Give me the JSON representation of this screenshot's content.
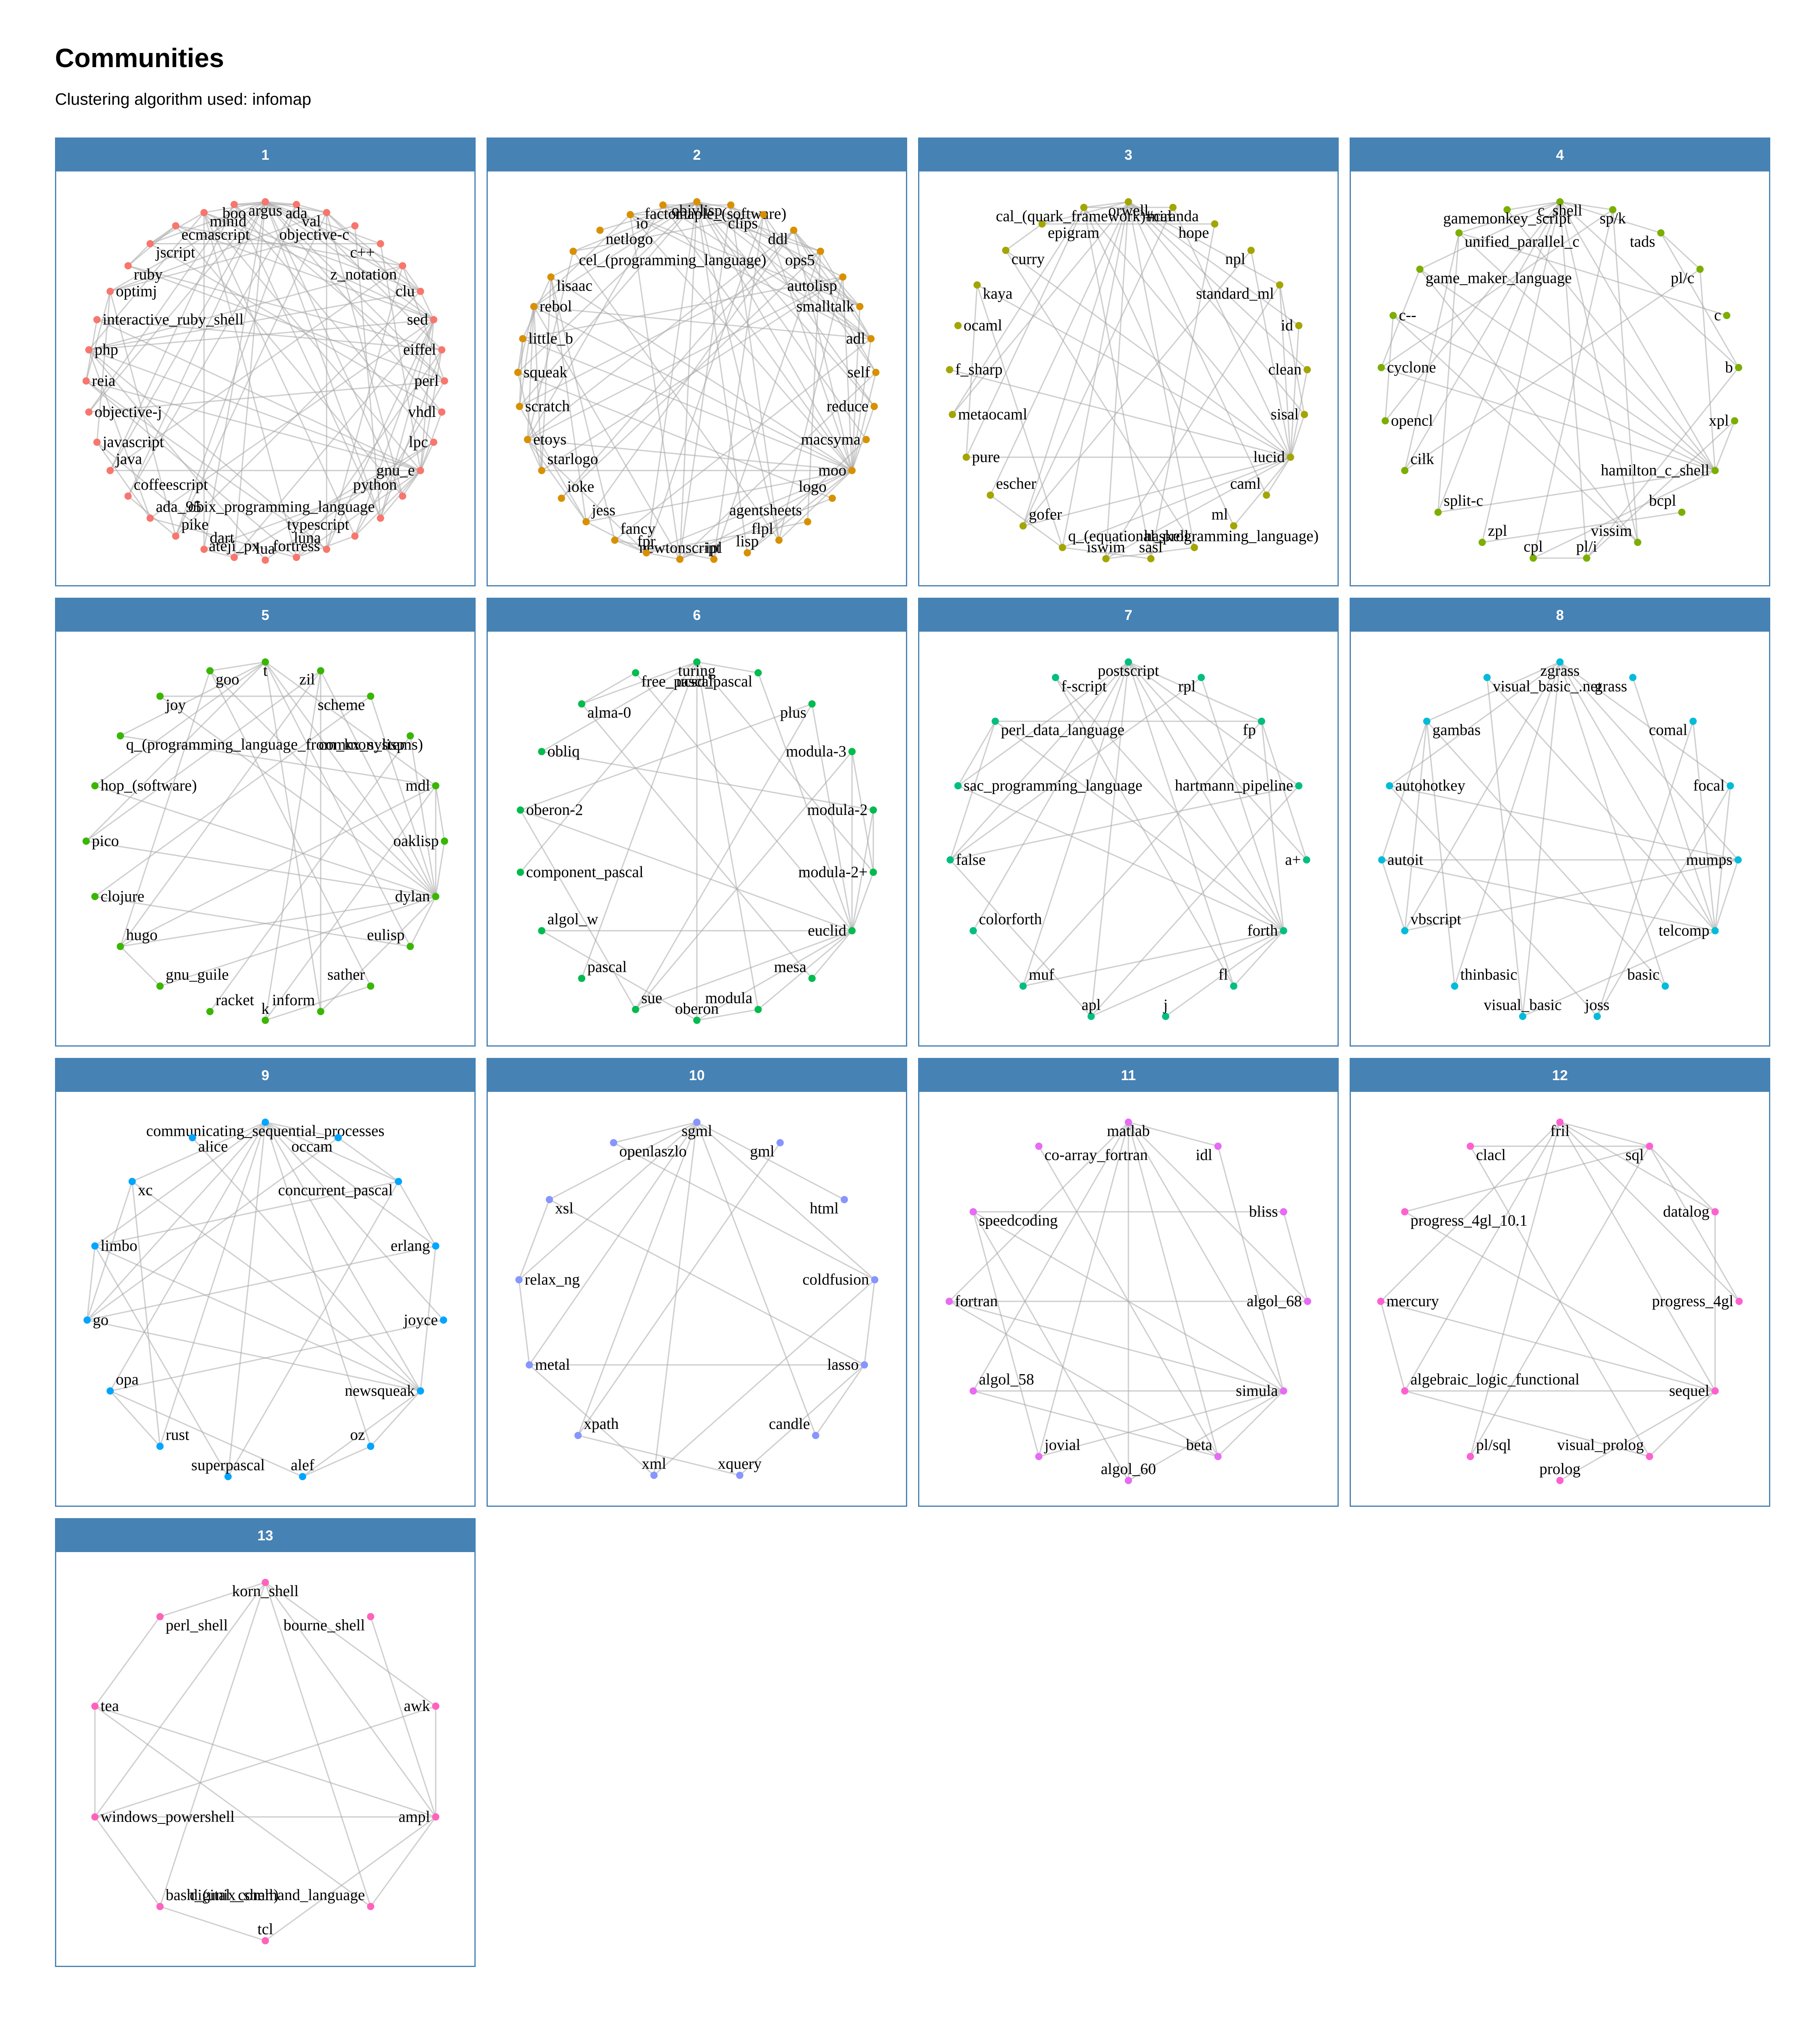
{
  "header": {
    "title": "Communities",
    "subtitle": "Clustering algorithm used: infomap"
  },
  "chart_data": {
    "type": "network_facets",
    "strip_color": "#4682b4",
    "communities": [
      {
        "id": "1",
        "color": "#f8766d",
        "nodes": [
          "argus",
          "ada",
          "val",
          "objective-c",
          "c++",
          "z_notation",
          "clu",
          "sed",
          "eiffel",
          "perl",
          "vhdl",
          "lpc",
          "gnu_e",
          "python",
          "obix_programming_language",
          "typescript",
          "luna",
          "fortress",
          "lua",
          "ateji_px",
          "dart",
          "pike",
          "ada_95",
          "coffeescript",
          "java",
          "javascript",
          "objective-j",
          "reia",
          "php",
          "interactive_ruby_shell",
          "optimj",
          "ruby",
          "jscript",
          "ecmascript",
          "minid",
          "boo"
        ]
      },
      {
        "id": "2",
        "color": "#d89000",
        "nodes": [
          "objvlisp",
          "maple_(software)",
          "clips",
          "ddl",
          "ops5",
          "autolisp",
          "smalltalk",
          "adl",
          "self",
          "reduce",
          "macsyma",
          "moo",
          "logo",
          "agentsheets",
          "flpl",
          "lisp",
          "ipl",
          "newtonscript",
          "fpr",
          "fancy",
          "jess",
          "ioke",
          "starlogo",
          "etoys",
          "scratch",
          "squeak",
          "little_b",
          "rebol",
          "lisaac",
          "cel_(programming_language)",
          "netlogo",
          "io",
          "factor"
        ]
      },
      {
        "id": "3",
        "color": "#a3a500",
        "nodes": [
          "orwell",
          "miranda",
          "hope",
          "npl",
          "standard_ml",
          "id",
          "clean",
          "sisal",
          "lucid",
          "caml",
          "ml",
          "haskell",
          "sasl",
          "iswim",
          "q_(equational_programming_language)",
          "gofer",
          "escher",
          "pure",
          "metaocaml",
          "f_sharp",
          "ocaml",
          "kaya",
          "curry",
          "epigram",
          "cal_(quark_framework)#cal"
        ]
      },
      {
        "id": "4",
        "color": "#7cae00",
        "nodes": [
          "c_shell",
          "sp/k",
          "tads",
          "pl/c",
          "c",
          "b",
          "xpl",
          "hamilton_c_shell",
          "bcpl",
          "vissim",
          "pl/i",
          "cpl",
          "zpl",
          "split-c",
          "cilk",
          "opencl",
          "cyclone",
          "c--",
          "game_maker_language",
          "unified_parallel_c",
          "gamemonkey_script"
        ]
      },
      {
        "id": "5",
        "color": "#39b600",
        "nodes": [
          "t",
          "zil",
          "scheme",
          "common_lisp",
          "mdl",
          "oaklisp",
          "dylan",
          "eulisp",
          "sather",
          "inform",
          "k",
          "racket",
          "gnu_guile",
          "hugo",
          "clojure",
          "pico",
          "hop_(software)",
          "q_(programming_language_from_kx_systems)",
          "joy",
          "goo"
        ]
      },
      {
        "id": "6",
        "color": "#00bb4e",
        "nodes": [
          "turing",
          "ucsd_pascal",
          "plus",
          "modula-3",
          "modula-2",
          "modula-2+",
          "euclid",
          "mesa",
          "modula",
          "oberon",
          "sue",
          "pascal",
          "algol_w",
          "component_pascal",
          "oberon-2",
          "obliq",
          "alma-0",
          "free_pascal"
        ]
      },
      {
        "id": "7",
        "color": "#00bf7d",
        "nodes": [
          "postscript",
          "rpl",
          "fp",
          "hartmann_pipeline",
          "a+",
          "forth",
          "fl",
          "j",
          "apl",
          "muf",
          "colorforth",
          "false",
          "sac_programming_language",
          "perl_data_language",
          "f-script"
        ]
      },
      {
        "id": "8",
        "color": "#00bcd8",
        "nodes": [
          "zgrass",
          "grass",
          "comal",
          "focal",
          "mumps",
          "telcomp",
          "basic",
          "joss",
          "visual_basic",
          "thinbasic",
          "vbscript",
          "autoit",
          "autohotkey",
          "gambas",
          "visual_basic_.net"
        ]
      },
      {
        "id": "9",
        "color": "#00a5ff",
        "nodes": [
          "communicating_sequential_processes",
          "occam",
          "concurrent_pascal",
          "erlang",
          "joyce",
          "newsqueak",
          "oz",
          "alef",
          "superpascal",
          "rust",
          "opa",
          "go",
          "limbo",
          "xc",
          "alice"
        ]
      },
      {
        "id": "10",
        "color": "#8795ff",
        "nodes": [
          "sgml",
          "gml",
          "html",
          "coldfusion",
          "lasso",
          "candle",
          "xquery",
          "xml",
          "xpath",
          "metal",
          "relax_ng",
          "xsl",
          "openlaszlo"
        ]
      },
      {
        "id": "11",
        "color": "#e76bf3",
        "nodes": [
          "matlab",
          "idl",
          "bliss",
          "algol_68",
          "simula",
          "beta",
          "algol_60",
          "jovial",
          "algol_58",
          "fortran",
          "speedcoding",
          "co-array_fortran"
        ]
      },
      {
        "id": "12",
        "color": "#fd61d1",
        "nodes": [
          "fril",
          "sql",
          "datalog",
          "progress_4gl",
          "sequel",
          "visual_prolog",
          "prolog",
          "pl/sql",
          "algebraic_logic_functional",
          "mercury",
          "progress_4gl_10.1",
          "clacl"
        ]
      },
      {
        "id": "13",
        "color": "#ff62bc",
        "nodes": [
          "korn_shell",
          "bourne_shell",
          "awk",
          "ampl",
          "digital_command_language",
          "tcl",
          "bash_(unix_shell)",
          "windows_powershell",
          "tea",
          "perl_shell"
        ]
      }
    ]
  }
}
